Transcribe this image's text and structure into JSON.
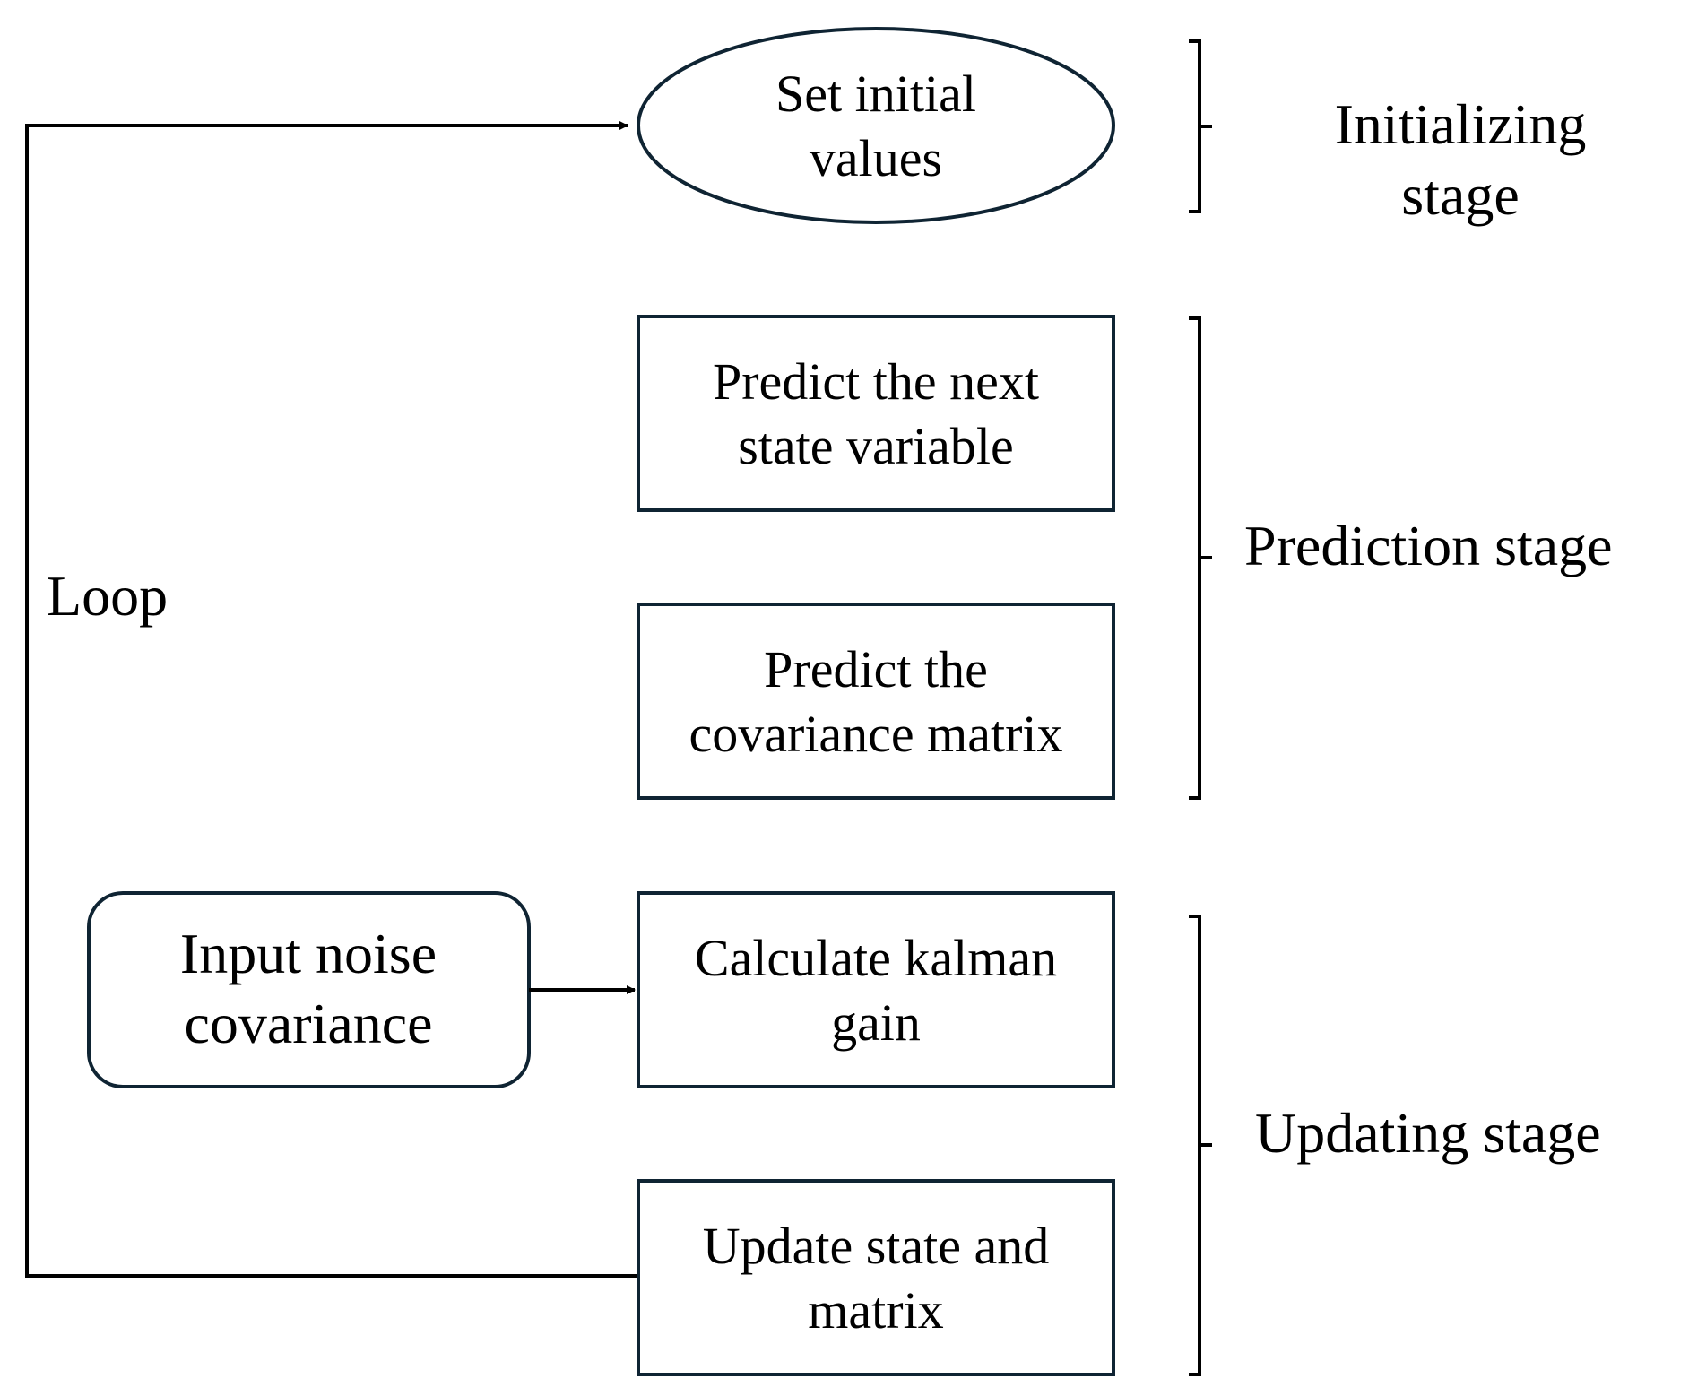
{
  "nodes": {
    "init": {
      "line1": "Set initial",
      "line2": "values"
    },
    "predict_state": {
      "line1": "Predict the next",
      "line2": "state variable"
    },
    "predict_cov": {
      "line1": "Predict the",
      "line2": "covariance matrix"
    },
    "kalman_gain": {
      "line1": "Calculate kalman",
      "line2": "gain"
    },
    "update": {
      "line1": "Update state and",
      "line2": "matrix"
    },
    "noise": {
      "line1": "Input noise",
      "line2": "covariance"
    }
  },
  "stages": {
    "initializing": {
      "line1": "Initializing",
      "line2": "stage"
    },
    "prediction": "Prediction stage",
    "updating": "Updating stage"
  },
  "loop_label": "Loop",
  "colors": {
    "stroke": "#0f2433",
    "text": "#000000"
  }
}
